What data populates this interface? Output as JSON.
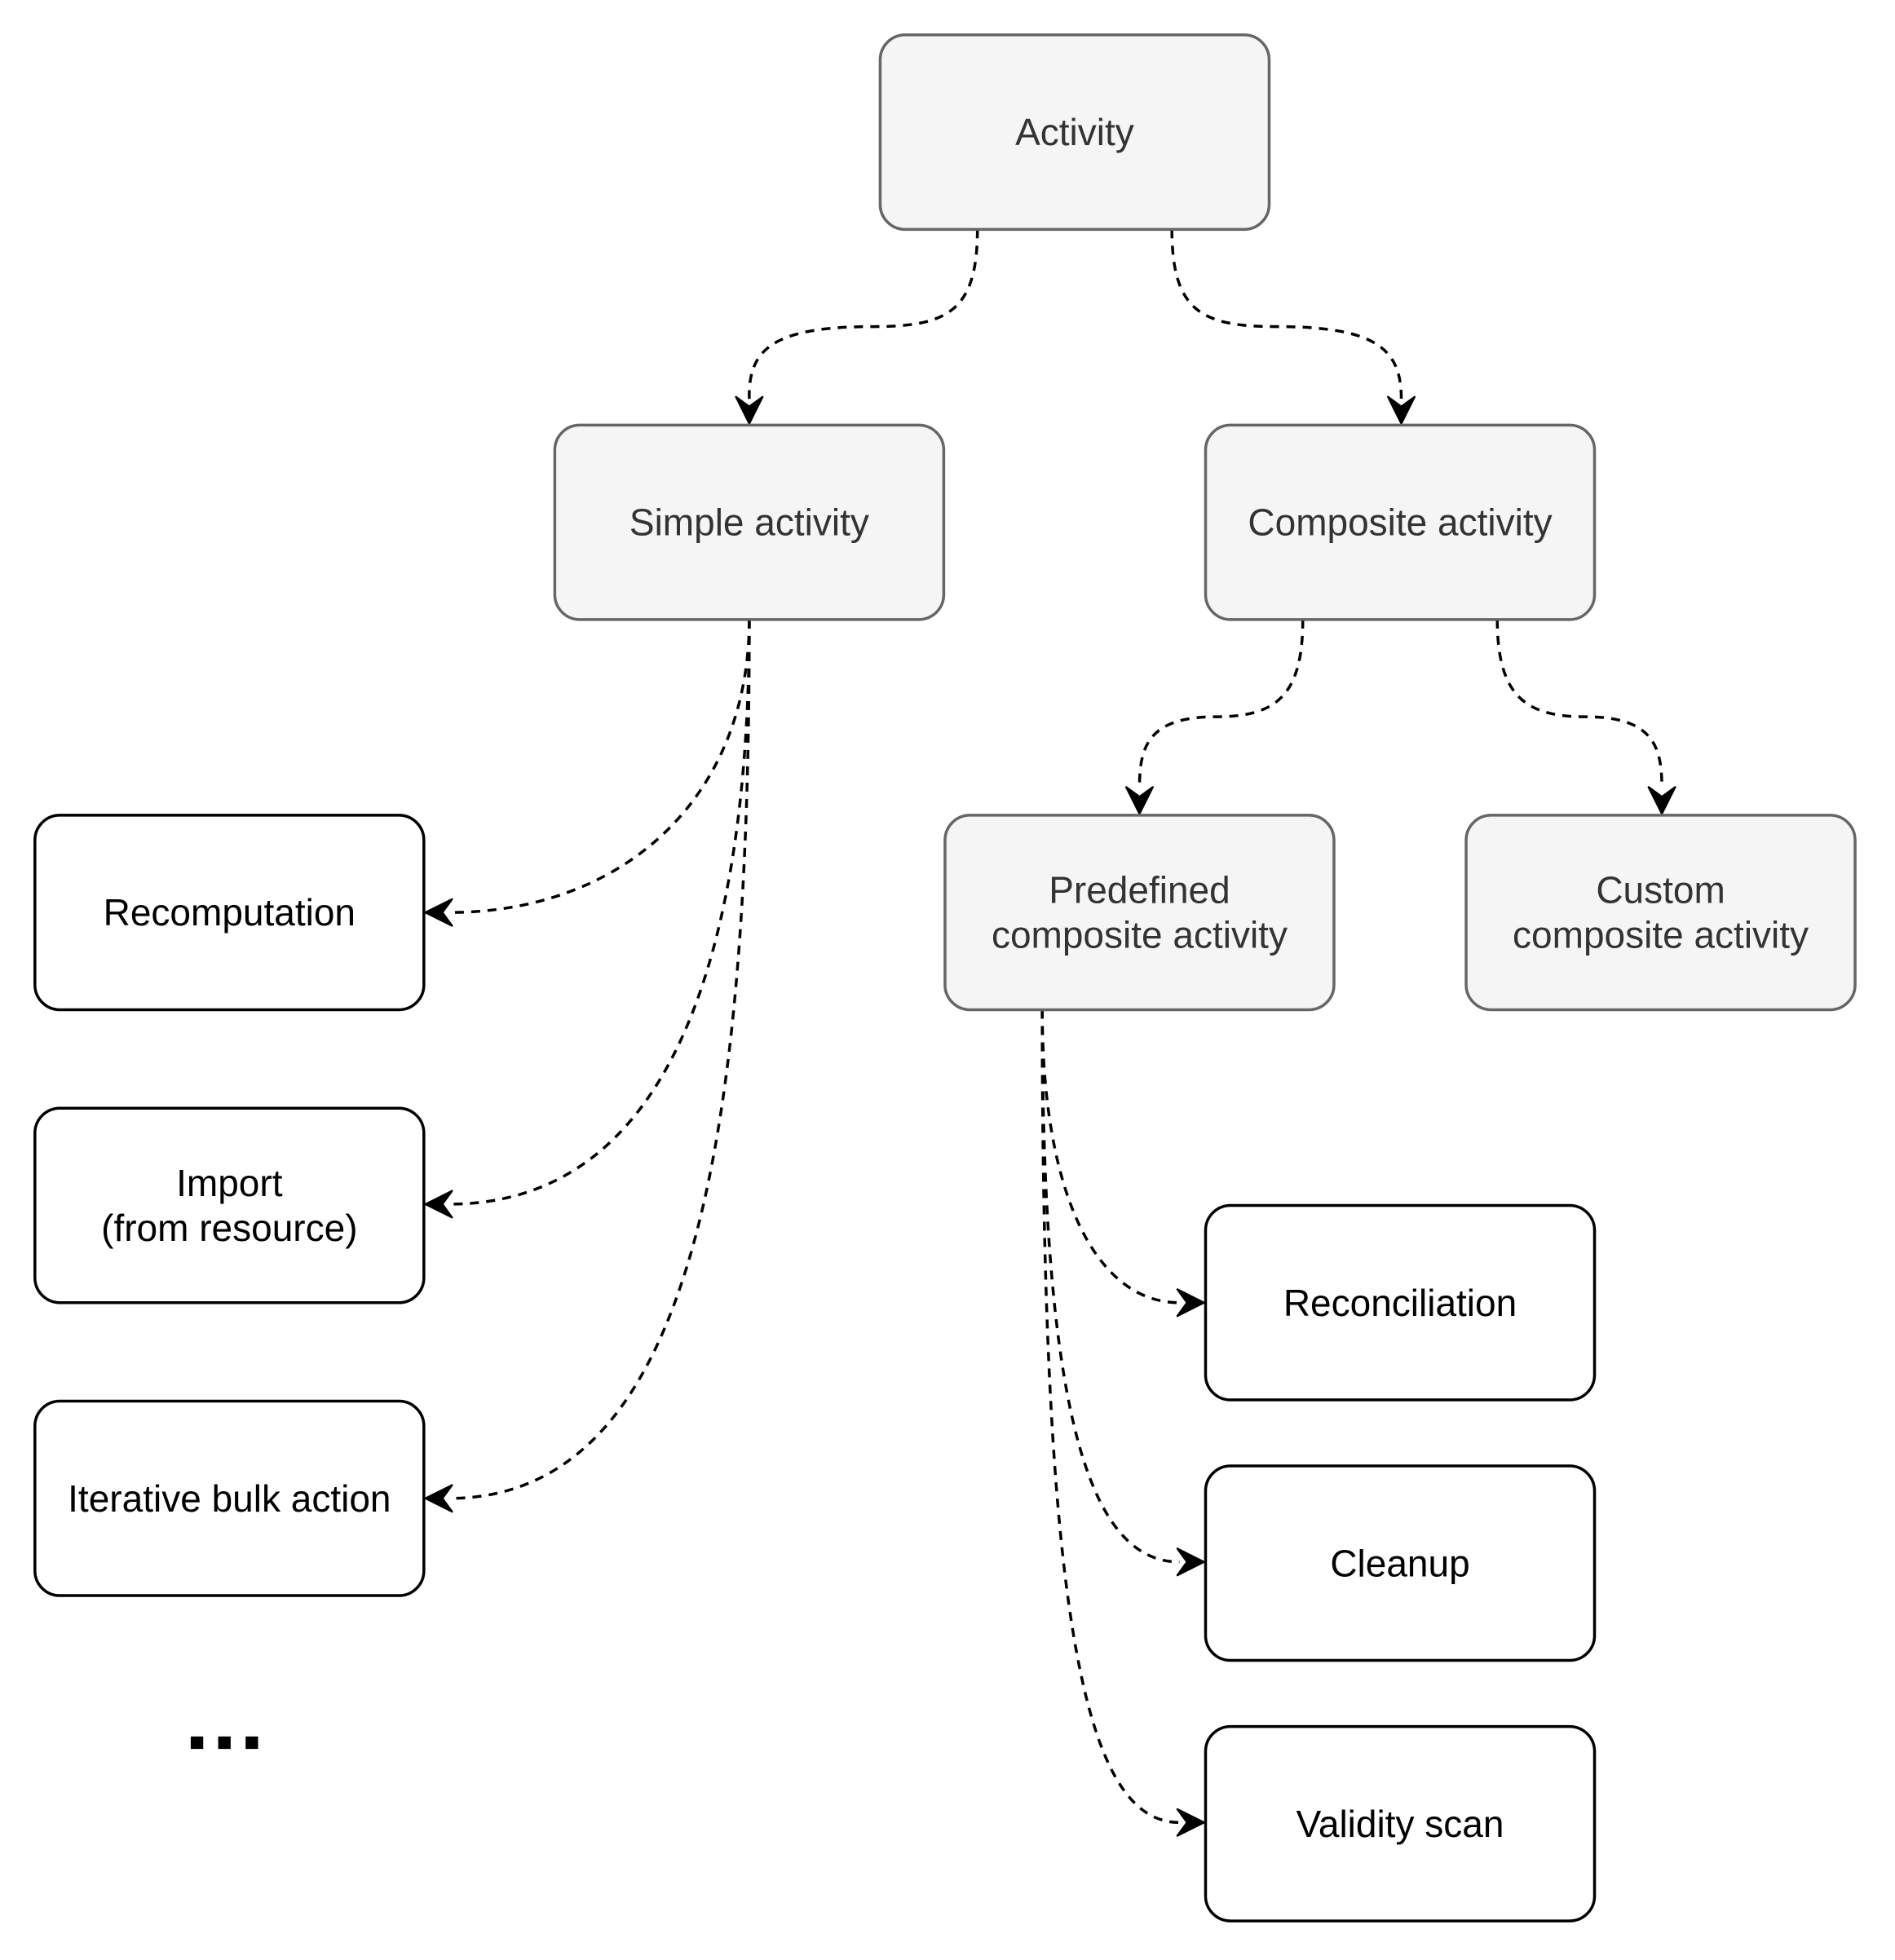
{
  "nodes": [
    {
      "id": "activity",
      "lines": [
        "Activity"
      ],
      "style": "gray"
    },
    {
      "id": "simple",
      "lines": [
        "Simple activity"
      ],
      "style": "gray"
    },
    {
      "id": "composite",
      "lines": [
        "Composite activity"
      ],
      "style": "gray"
    },
    {
      "id": "recomputation",
      "lines": [
        "Recomputation"
      ],
      "style": "white"
    },
    {
      "id": "import",
      "lines": [
        "Import",
        "(from resource)"
      ],
      "style": "white"
    },
    {
      "id": "bulk",
      "lines": [
        "Iterative bulk action"
      ],
      "style": "white"
    },
    {
      "id": "predefined",
      "lines": [
        "Predefined",
        "composite activity"
      ],
      "style": "gray"
    },
    {
      "id": "custom",
      "lines": [
        "Custom",
        "composite activity"
      ],
      "style": "gray"
    },
    {
      "id": "reconciliation",
      "lines": [
        "Reconciliation"
      ],
      "style": "white"
    },
    {
      "id": "cleanup",
      "lines": [
        "Cleanup"
      ],
      "style": "white"
    },
    {
      "id": "validity",
      "lines": [
        "Validity scan"
      ],
      "style": "white"
    }
  ],
  "edges": [
    {
      "from": "activity",
      "to": "simple"
    },
    {
      "from": "activity",
      "to": "composite"
    },
    {
      "from": "simple",
      "to": "recomputation"
    },
    {
      "from": "simple",
      "to": "import"
    },
    {
      "from": "simple",
      "to": "bulk"
    },
    {
      "from": "composite",
      "to": "predefined"
    },
    {
      "from": "composite",
      "to": "custom"
    },
    {
      "from": "predefined",
      "to": "reconciliation"
    },
    {
      "from": "predefined",
      "to": "cleanup"
    },
    {
      "from": "predefined",
      "to": "validity"
    }
  ],
  "ellipsis": "...",
  "colors": {
    "gray_fill": "#f5f5f5",
    "gray_stroke": "#666666",
    "gray_text": "#333333",
    "white_fill": "#ffffff",
    "black_stroke": "#000000",
    "black_text": "#000000"
  }
}
